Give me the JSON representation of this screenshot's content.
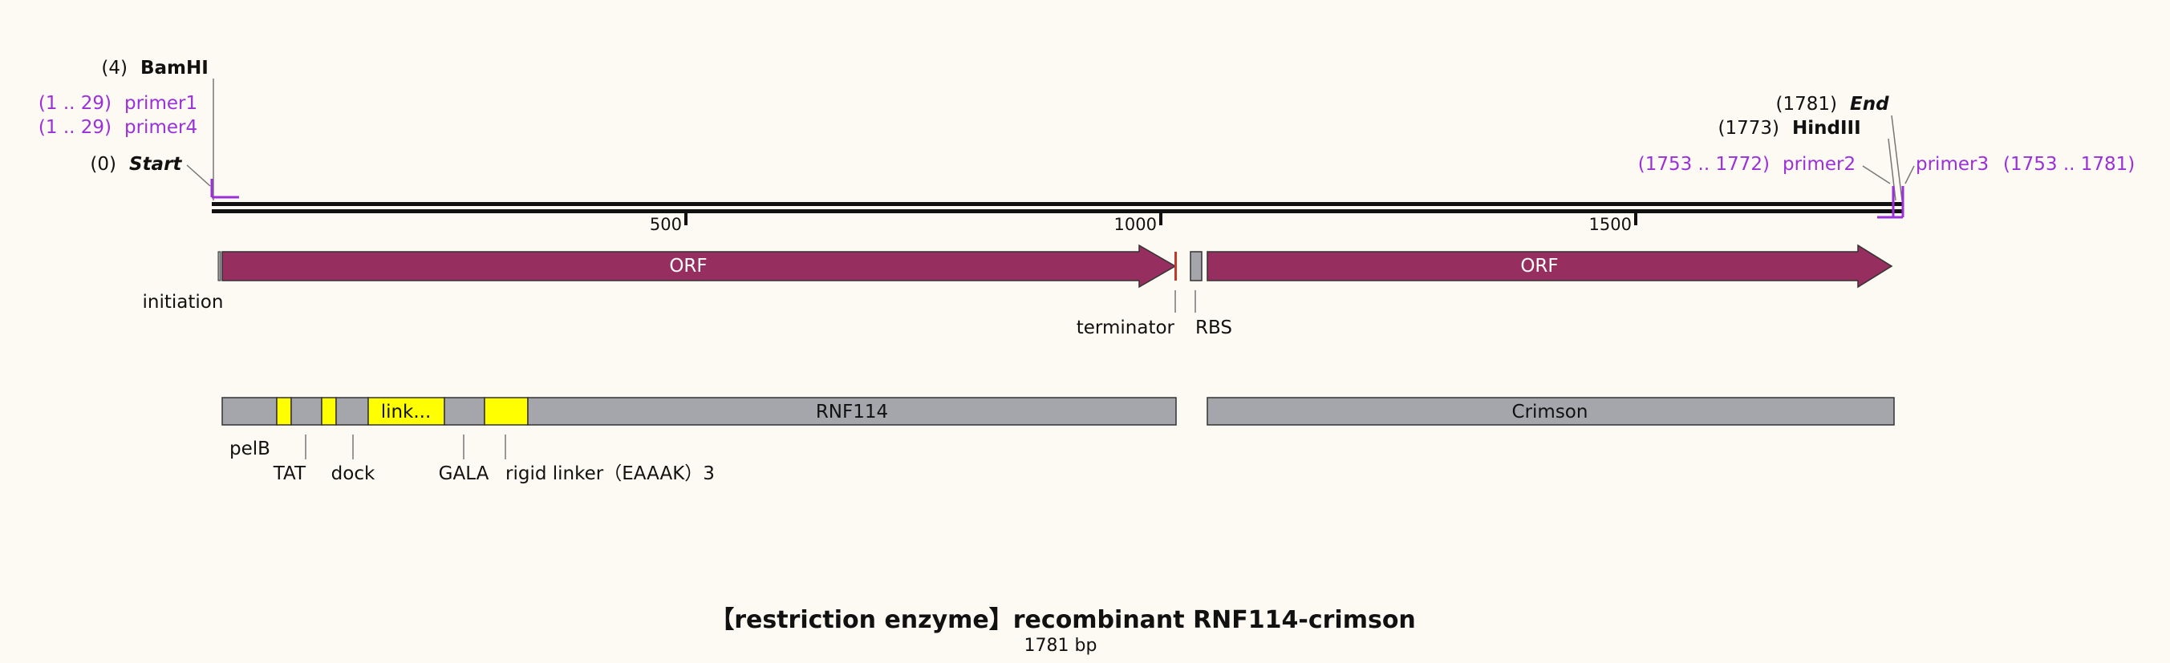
{
  "title": "【restriction enzyme】recombinant RNF114-crimson",
  "length_label": "1781 bp",
  "sites": {
    "start": {
      "pos": "(0)",
      "name": "Start"
    },
    "bamhi": {
      "pos": "(4)",
      "name": "BamHI"
    },
    "end": {
      "pos": "(1781)",
      "name": "End"
    },
    "hindiii": {
      "pos": "(1773)",
      "name": "HindIII"
    }
  },
  "primers": [
    {
      "range": "(1 .. 29)",
      "name": "primer1"
    },
    {
      "range": "(1 .. 29)",
      "name": "primer4"
    },
    {
      "range": "(1753 .. 1772)",
      "name": "primer2"
    },
    {
      "range": "(1753 .. 1781)",
      "name": "primer3"
    }
  ],
  "ticks": [
    "500",
    "1000",
    "1500"
  ],
  "orfs": [
    {
      "label": "ORF"
    },
    {
      "label": "ORF"
    }
  ],
  "regulatory": {
    "initiation": "initiation",
    "terminator": "terminator",
    "rbs": "RBS"
  },
  "features": {
    "link": "link...",
    "rnf114": "RNF114",
    "crimson": "Crimson",
    "pelb": "pelB",
    "tat": "TAT",
    "dock": "dock",
    "gala": "GALA",
    "rigid": "rigid linker（EAAAK）3"
  },
  "colors": {
    "background": "#fdfaf3",
    "orf": "#962f60",
    "feature_gray": "#a4a6ab",
    "feature_yellow": "#ffff00",
    "primer": "#9b30d9",
    "terminator": "#c0392b"
  }
}
